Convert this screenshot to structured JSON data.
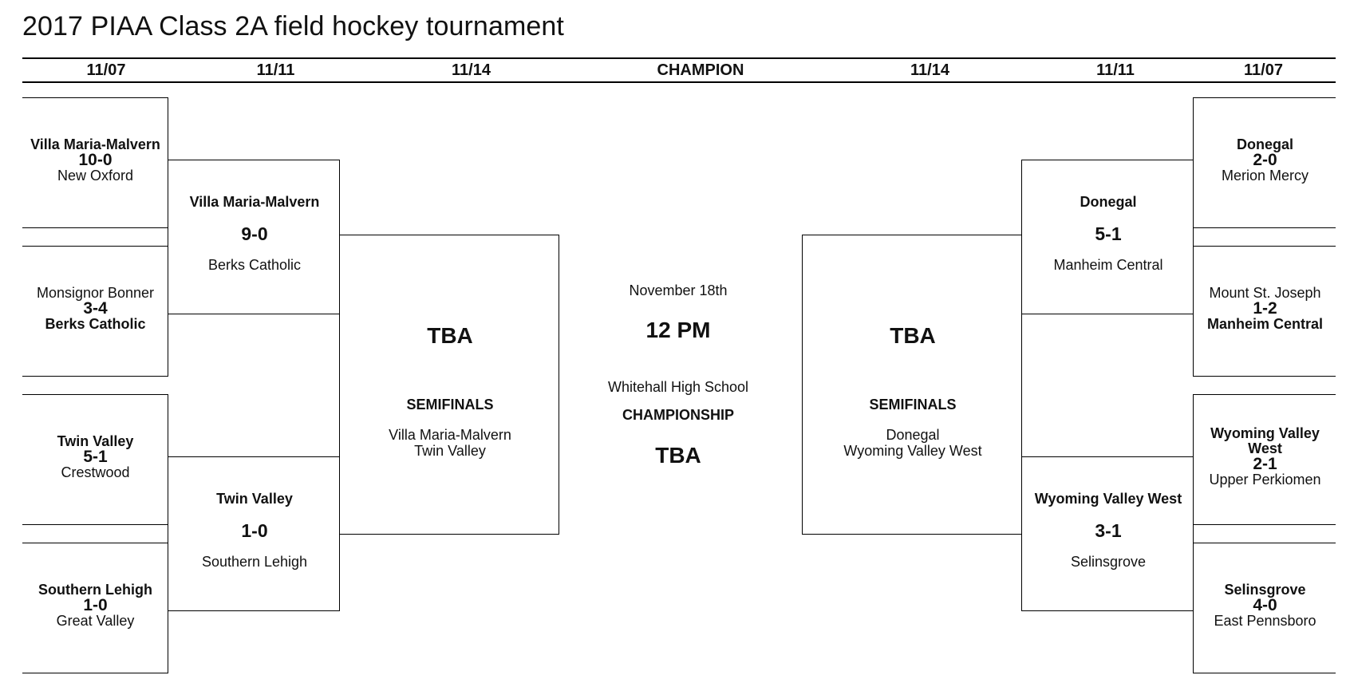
{
  "title": "2017 PIAA Class 2A field hockey tournament",
  "headers": [
    "11/07",
    "11/11",
    "11/14",
    "CHAMPION",
    "11/14",
    "11/11",
    "11/07"
  ],
  "left": {
    "round1": [
      {
        "winner": "Villa Maria-Malvern",
        "score": "10-0",
        "loser": "New Oxford"
      },
      {
        "loser": "Monsignor Bonner",
        "score": "3-4",
        "winner": "Berks Catholic"
      },
      {
        "winner": "Twin Valley",
        "score": "5-1",
        "loser": "Crestwood"
      },
      {
        "winner": "Southern Lehigh",
        "score": "1-0",
        "loser": "Great Valley"
      }
    ],
    "quarters": [
      {
        "winner": "Villa Maria-Malvern",
        "score": "9-0",
        "loser": "Berks Catholic"
      },
      {
        "winner": "Twin Valley",
        "score": "1-0",
        "loser": "Southern Lehigh"
      }
    ],
    "semi": {
      "result": "TBA",
      "label": "SEMIFINALS",
      "team1": "Villa Maria-Malvern",
      "team2": "Twin Valley"
    }
  },
  "center": {
    "date": "November 18th",
    "time": "12 PM",
    "venue": "Whitehall High School",
    "label": "CHAMPIONSHIP",
    "result": "TBA"
  },
  "right": {
    "round1": [
      {
        "winner": "Donegal",
        "score": "2-0",
        "loser": "Merion Mercy"
      },
      {
        "loser": "Mount St. Joseph",
        "score": "1-2",
        "winner": "Manheim Central"
      },
      {
        "winner_line1": "Wyoming Valley",
        "winner_line2": "West",
        "score": "2-1",
        "loser": "Upper Perkiomen"
      },
      {
        "winner": "Selinsgrove",
        "score": "4-0",
        "loser": "East Pennsboro"
      }
    ],
    "quarters": [
      {
        "winner": "Donegal",
        "score": "5-1",
        "loser": "Manheim Central"
      },
      {
        "winner": "Wyoming Valley West",
        "score": "3-1",
        "loser": "Selinsgrove"
      }
    ],
    "semi": {
      "result": "TBA",
      "label": "SEMIFINALS",
      "team1": "Donegal",
      "team2": "Wyoming Valley West"
    }
  }
}
